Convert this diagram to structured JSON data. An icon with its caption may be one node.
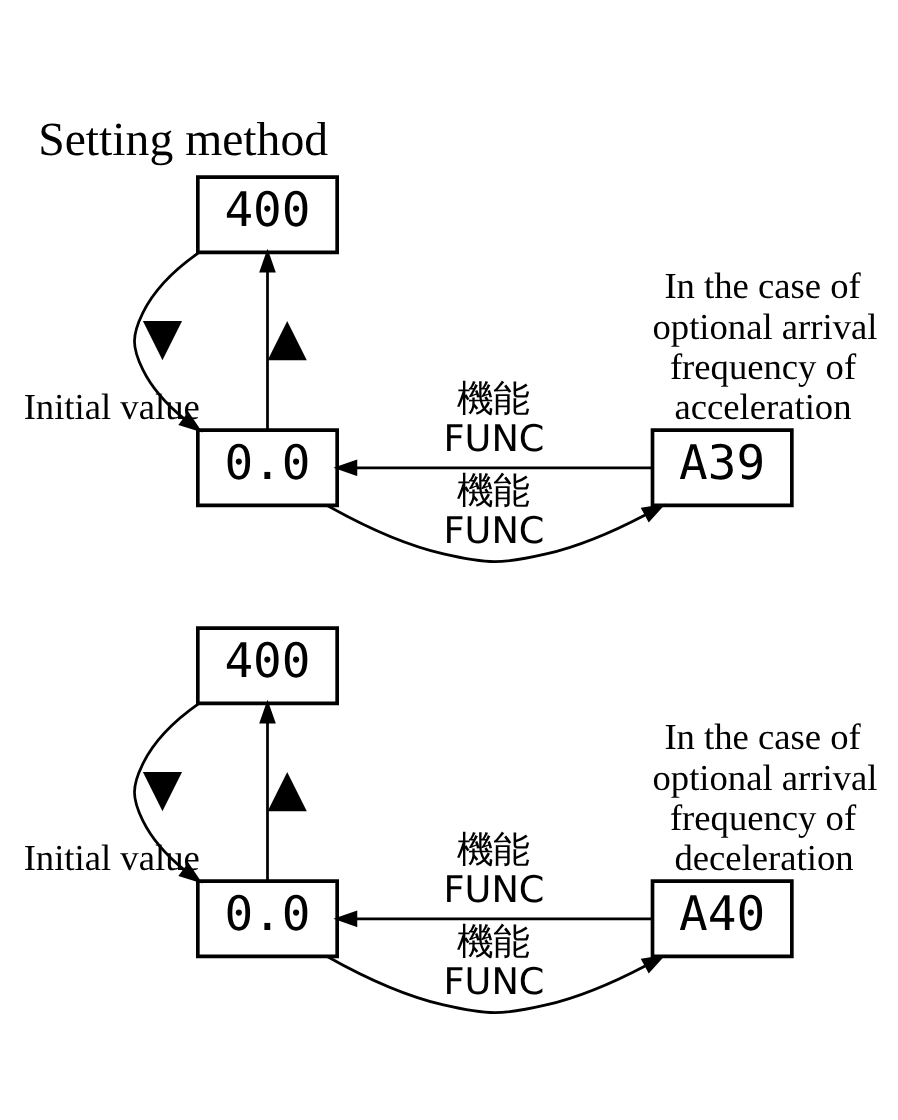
{
  "diagram": {
    "title": "Setting method",
    "nodes": [
      {
        "text": [
          "400"
        ]
      },
      {
        "text": [
          "A39"
        ],
        "beside": [
          "In the case of optional arrival frequency of acceleration"
        ]
      },
      {
        "text": [
          "0.0"
        ],
        "beside": [
          "Initial value"
        ]
      },
      {
        "text": [
          "400"
        ]
      },
      {
        "text": [
          "A40"
        ],
        "beside": [
          "In the case of optional arrival frequency of deceleration"
        ]
      },
      {
        "text": [
          "0.0"
        ],
        "beside": [
          "Initial value"
        ]
      }
    ],
    "edges": [
      {
        "from": 0,
        "to": 2,
        "arrow": "to",
        "label": "▼"
      },
      {
        "from": 2,
        "to": 0,
        "arrow": "to",
        "label": "▲"
      },
      {
        "from": 1,
        "to": 2,
        "arrow": "to",
        "label": "機能 FUNC"
      },
      {
        "from": 2,
        "to": 1,
        "arrow": "to",
        "label": "機能 FUNC"
      },
      {
        "from": 3,
        "to": 5,
        "arrow": "to",
        "label": "▼"
      },
      {
        "from": 5,
        "to": 3,
        "arrow": "to",
        "label": "▲"
      },
      {
        "from": 4,
        "to": 5,
        "arrow": "to",
        "label": "機能 FUNC"
      },
      {
        "from": 5,
        "to": 4,
        "arrow": "to",
        "label": "機能 FUNC"
      }
    ]
  }
}
